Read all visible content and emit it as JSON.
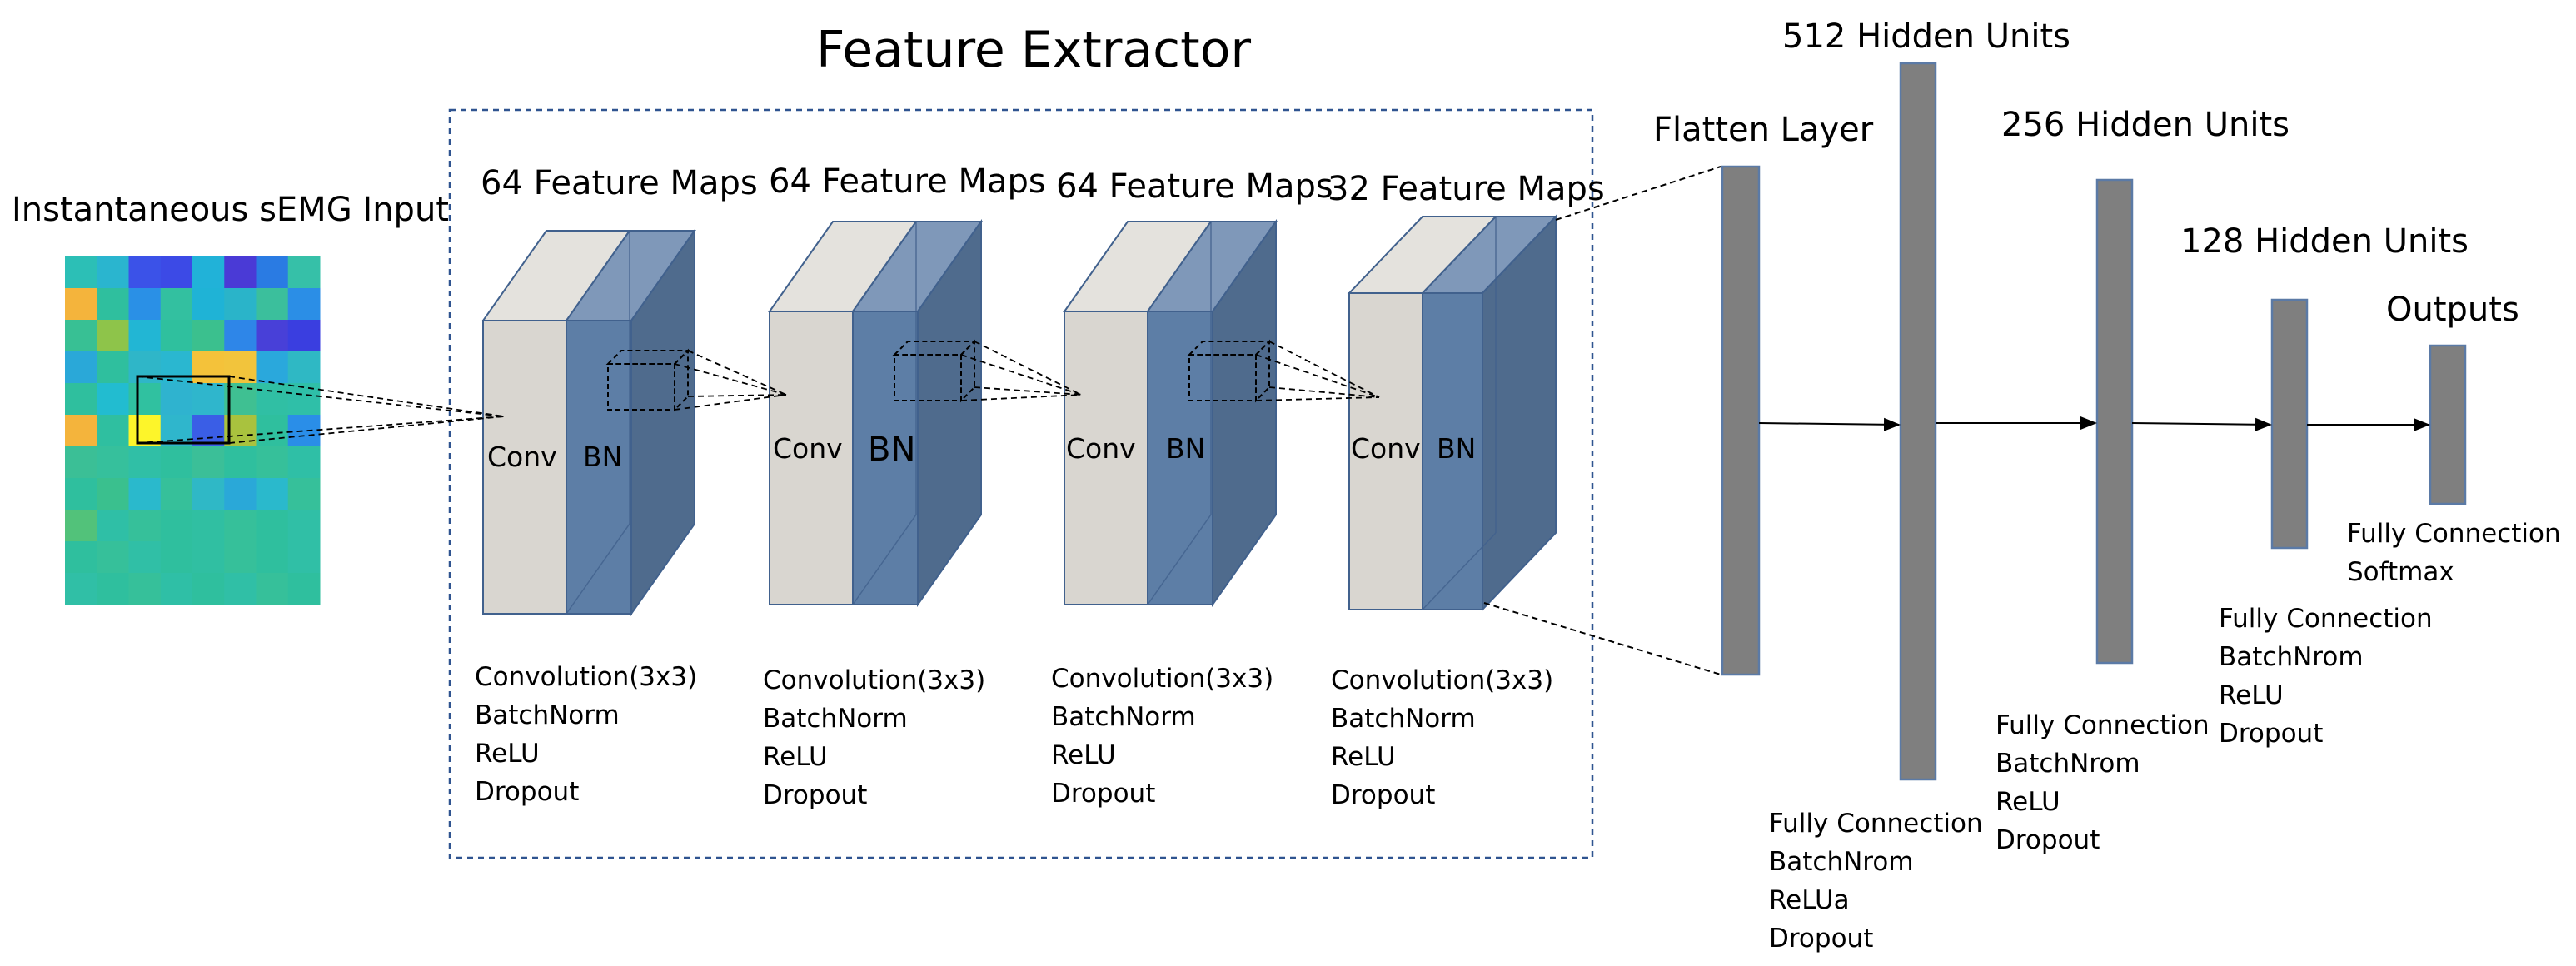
{
  "title": "Feature Extractor",
  "input_label": "Instantaneous sEMG Input",
  "input_grid": {
    "cols": 8,
    "rows": 11,
    "cells": [
      [
        "#2cbfb6",
        "#2ab5cf",
        "#3b52e8",
        "#3c4ae6",
        "#21b2d8",
        "#4a3ad6",
        "#2a7be3",
        "#36c0a8"
      ],
      [
        "#f4b43c",
        "#2fbf9e",
        "#2a90e6",
        "#33c0a0",
        "#1fb3d6",
        "#2ab4c9",
        "#3bbf9c",
        "#2b8ee6"
      ],
      [
        "#38c094",
        "#8ec44a",
        "#22b6d4",
        "#2fc09e",
        "#3bc08e",
        "#2e86e8",
        "#4840d8",
        "#3a3ee0"
      ],
      [
        "#2aa8d8",
        "#2fbf9e",
        "#2fb6c8",
        "#2ab7d0",
        "#f4c23a",
        "#f2c43c",
        "#2aa8dc",
        "#2fb8c4"
      ],
      [
        "#2fbf9e",
        "#22bcd0",
        "#30c1a0",
        "#2fb3cf",
        "#2fb6cc",
        "#3fc092",
        "#30bfa4",
        "#2fbfa8"
      ],
      [
        "#f4b43c",
        "#2fbfa0",
        "#fdf52a",
        "#2fb6cc",
        "#3a5ee6",
        "#a9c23e",
        "#2fbf9e",
        "#2a8ee8"
      ],
      [
        "#3bbf96",
        "#36c09c",
        "#30bfa6",
        "#2fbf9e",
        "#3bbf98",
        "#2fbf9e",
        "#36c09a",
        "#2fbfa6"
      ],
      [
        "#2fbf9e",
        "#3ac08e",
        "#2ab9cc",
        "#36c09a",
        "#2fb8c6",
        "#2aa8d8",
        "#2ab9cc",
        "#36c09a"
      ],
      [
        "#52c27a",
        "#2fbfa6",
        "#36c09a",
        "#2fbf9e",
        "#30bfa2",
        "#36c09a",
        "#2fbf9e",
        "#30bfa6"
      ],
      [
        "#2fbf9e",
        "#36c09a",
        "#30bfa6",
        "#2fbf9e",
        "#30bfa2",
        "#36c09a",
        "#2fbf9e",
        "#30bfa6"
      ],
      [
        "#30bfa6",
        "#2fbf9e",
        "#36c09a",
        "#2fbfa6",
        "#2fbf9e",
        "#30bfa6",
        "#36c09a",
        "#2fbf9e"
      ]
    ]
  },
  "conv_blocks": [
    {
      "maps_label": "64 Feature Maps",
      "conv_label": "Conv",
      "bn_label": "BN",
      "ops": [
        "Convolution(3x3)",
        "BatchNorm",
        "ReLU",
        "Dropout"
      ]
    },
    {
      "maps_label": "64 Feature Maps",
      "conv_label": "Conv",
      "bn_label": "BN",
      "ops": [
        "Convolution(3x3)",
        "BatchNorm",
        "ReLU",
        "Dropout"
      ]
    },
    {
      "maps_label": "64 Feature Maps",
      "conv_label": "Conv",
      "bn_label": "BN",
      "ops": [
        "Convolution(3x3)",
        "BatchNorm",
        "ReLU",
        "Dropout"
      ]
    },
    {
      "maps_label": "32 Feature Maps",
      "conv_label": "Conv",
      "bn_label": "BN",
      "ops": [
        "Convolution(3x3)",
        "BatchNorm",
        "ReLU",
        "Dropout"
      ]
    }
  ],
  "flatten_label": "Flatten Layer",
  "dense_layers": [
    {
      "label": "512 Hidden Units",
      "ops": [
        "Fully Connection",
        "BatchNrom",
        "ReLUa",
        "Dropout"
      ]
    },
    {
      "label": "256 Hidden Units",
      "ops": [
        "Fully Connection",
        "BatchNrom",
        "ReLU",
        "Dropout"
      ]
    },
    {
      "label": "128 Hidden Units",
      "ops": [
        "Fully Connection",
        "BatchNrom",
        "ReLU",
        "Dropout"
      ]
    },
    {
      "label": "Outputs",
      "ops": [
        "Fully Connection",
        "Softmax"
      ]
    }
  ],
  "colors": {
    "conv_front": "#d9d6d0",
    "conv_top": "#e4e2dd",
    "conv_side": "#c9c7c2",
    "bn_front": "#5d7ea6",
    "bn_top": "#7f98b9",
    "bn_side": "#4f6b8d",
    "outline": "#41618d",
    "dense_fill": "#7f7f7f",
    "dense_border": "#5b7aa6",
    "frame_border": "#2f5490"
  }
}
